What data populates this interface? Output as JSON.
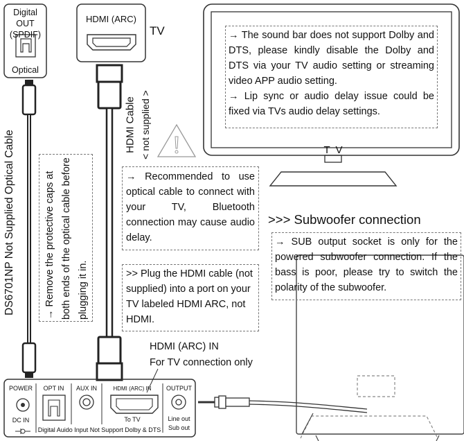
{
  "tv_panel": {
    "spdif_title": "Digital OUT\n(SPDIF)",
    "spdif_label": "Optical",
    "hdmi_title": "HDMI (ARC)",
    "tv_label": "TV",
    "tv_screen_letters": "T V"
  },
  "cables": {
    "optical_cable_label": "DS6701NP Not Supplied Optical Cable",
    "hdmi_cable_label": "HDMI Cable",
    "hdmi_cable_sub": "< not supplied >"
  },
  "notes": {
    "tv_note": "→  The sound bar does not support Dolby and DTS, please kindly disable the Dolby and DTS via your TV audio setting or streaming video APP audio setting.\n→ Lip sync or audio delay issue could be fixed via TVs audio delay settings.",
    "optical_caps": "→ Remove the protective caps at both ends of the optical cable before plugging it in.",
    "recommend": "→    Recommended to use optical cable to connect with your TV, Bluetooth connection may cause audio delay.",
    "plug_hdmi": ">> Plug the HDMI cable (not supplied) into a port on your TV labeled HDMI ARC, not HDMI.",
    "subwoofer_heading": ">>> Subwoofer connection",
    "subwoofer_note": "→ SUB output socket is only for the powered subwoofer connection. If the bass is poor, please try to switch the polarity of the subwoofer.",
    "hdmi_arc_in": "HDMI (ARC) IN",
    "tv_only": "For TV connection only"
  },
  "soundbar_panel": {
    "power": "POWER",
    "dc_in": "DC IN",
    "opt_in": "OPT IN",
    "aux_in": "AUX IN",
    "hdmi_arc_in": "HDMI (ARC) IN",
    "to_tv": "To TV",
    "output": "OUTPUT",
    "line_out": "Line out",
    "sub_out": "Sub out",
    "footer": "Digital Auido Input Not Support Dolby & DTS"
  },
  "icons": [
    "warning-triangle-icon",
    "optical-port-icon",
    "hdmi-port-icon",
    "tv-icon",
    "subwoofer-icon",
    "audio-jack-icon"
  ]
}
